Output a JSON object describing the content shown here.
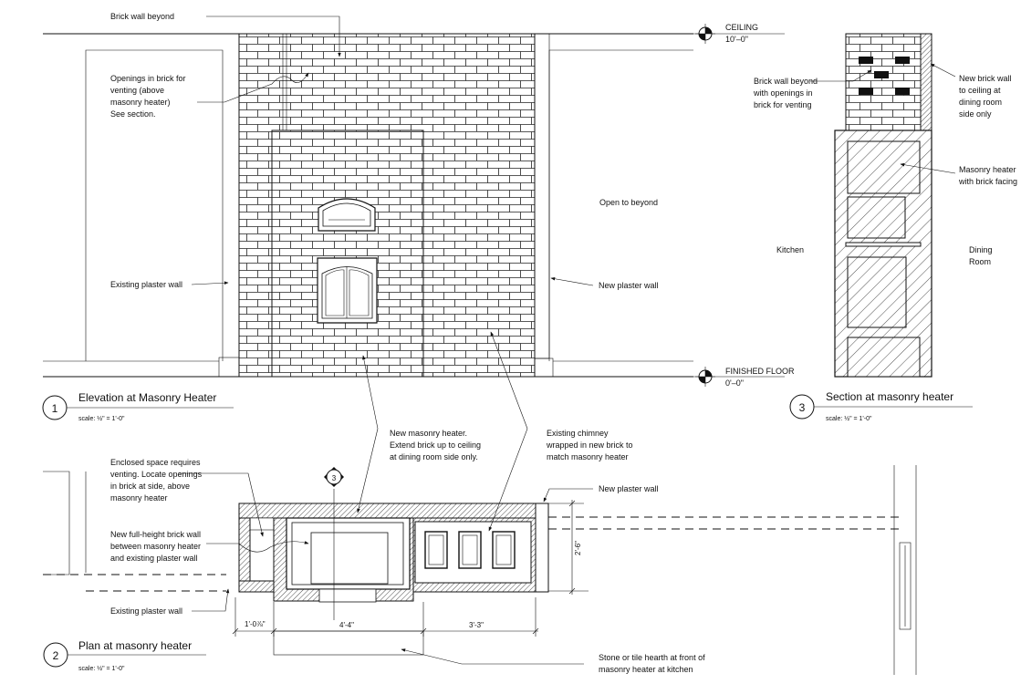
{
  "elevation": {
    "notes": {
      "brick_wall_beyond": "Brick wall beyond",
      "openings_1": "Openings in brick for",
      "openings_2": "venting (above",
      "openings_3": "masonry heater)",
      "openings_4": "See section.",
      "existing_plaster_wall": "Existing plaster wall",
      "open_to_beyond": "Open to beyond",
      "new_plaster_wall": "New plaster wall",
      "new_heater_1": "New masonry heater.",
      "new_heater_2": "Extend brick up to ceiling",
      "new_heater_3": "at dining room side only.",
      "chimney_1": "Existing chimney",
      "chimney_2": "wrapped in new brick to",
      "chimney_3": "match masonry heater"
    },
    "levels": {
      "ceiling_label": "CEILING",
      "ceiling_value": "10'–0\"",
      "floor_label": "FINISHED  FLOOR",
      "floor_value": "0'–0\""
    },
    "title_number": "1",
    "title": "Elevation at Masonry Heater",
    "scale": "scale:  ½\" = 1'-0\""
  },
  "section": {
    "notes": {
      "brick_beyond_1": "Brick wall beyond",
      "brick_beyond_2": "with openings in",
      "brick_beyond_3": "brick for venting",
      "new_brick_1": "New brick wall",
      "new_brick_2": "to ceiling at",
      "new_brick_3": "dining room",
      "new_brick_4": "side only",
      "heater_1": "Masonry heater",
      "heater_2": "with brick facing",
      "kitchen": "Kitchen",
      "dining_1": "Dining",
      "dining_2": "Room"
    },
    "title_number": "3",
    "title": "Section at masonry heater",
    "scale": "scale:  ½\" = 1'-0\""
  },
  "plan": {
    "notes": {
      "enclosed_1": "Enclosed space requires",
      "enclosed_2": "venting. Locate openings",
      "enclosed_3": "in brick at side, above",
      "enclosed_4": "masonry heater",
      "fullheight_1": "New full-height brick wall",
      "fullheight_2": "between masonry heater",
      "fullheight_3": "and existing plaster wall",
      "existing_plaster_wall": "Existing plaster wall",
      "new_plaster_wall": "New plaster wall",
      "hearth_1": "Stone or tile hearth at front of",
      "hearth_2": "masonry heater at kitchen"
    },
    "section_marker": "3",
    "dims": {
      "d1": "1'-0⅞\"",
      "d2": "4'-4\"",
      "d3": "3'-3\"",
      "d4": "2'-6\""
    },
    "title_number": "2",
    "title": "Plan at masonry heater",
    "scale": "scale:  ½\" = 1'-0\""
  }
}
